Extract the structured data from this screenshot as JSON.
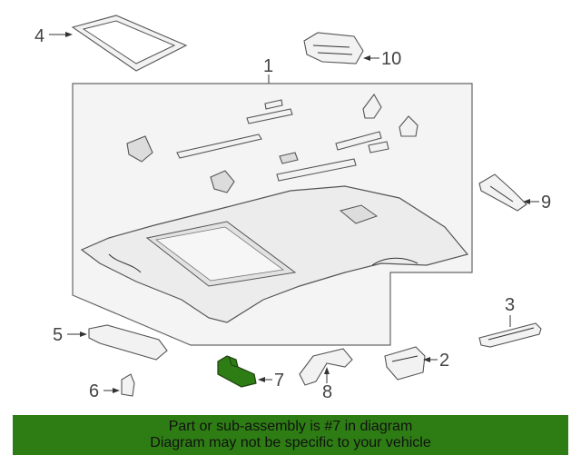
{
  "diagram": {
    "callouts": {
      "c1": "1",
      "c2": "2",
      "c3": "3",
      "c4": "4",
      "c5": "5",
      "c6": "6",
      "c7": "7",
      "c8": "8",
      "c9": "9",
      "c10": "10"
    },
    "highlight_color": "#2e7d14",
    "highlighted_part": "7"
  },
  "banner": {
    "line1": "Part or sub-assembly is #7 in diagram",
    "line2": "Diagram may not be specific to your vehicle",
    "background": "#2e7d14"
  }
}
